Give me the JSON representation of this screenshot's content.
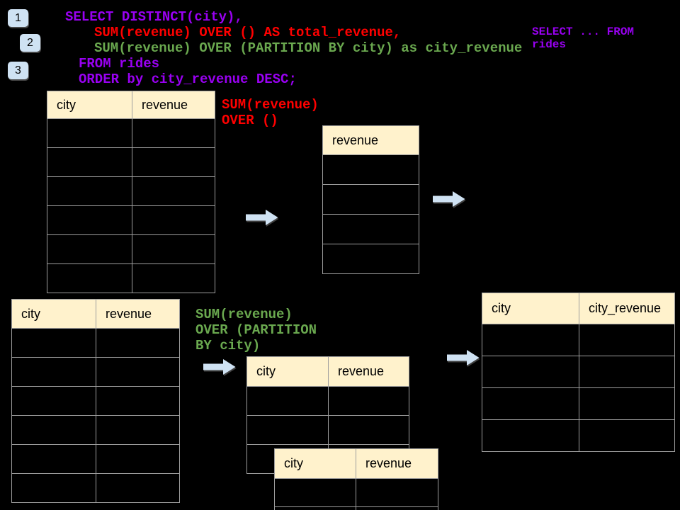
{
  "slide": {
    "topic": "SQL window functions diagram"
  },
  "colors": {
    "background": "#000000",
    "code_purple": "#9900F2",
    "code_red": "#FF0000",
    "code_green": "#6AA84F",
    "table_header_fill": "#FFF2CC",
    "table_border": "#9E9E9E",
    "arrow_fill": "#CFE2F3",
    "badge_fill": "#CFE2F3"
  },
  "badges": [
    {
      "label": "1"
    },
    {
      "label": "2"
    },
    {
      "label": "3"
    }
  ],
  "sql_code": {
    "line1": "SELECT DISTINCT(city),",
    "line2": "SUM(revenue) OVER () AS total_revenue,",
    "line3": "SUM(revenue) OVER (PARTITION BY city) as city_revenue",
    "line4": "FROM rides",
    "line5": "ORDER by city_revenue DESC;"
  },
  "side_note": {
    "line1": "SELECT ... FROM",
    "line2": "rides"
  },
  "annotations": {
    "total_label": {
      "line1": "SUM(revenue)",
      "line2": "OVER ()"
    },
    "partition_label": {
      "line1": "SUM(revenue)",
      "line2": "OVER (PARTITION",
      "line3": "BY city)"
    }
  },
  "tables": {
    "source_top": {
      "headers": [
        "city",
        "revenue"
      ],
      "rows": 6
    },
    "total_result": {
      "headers": [
        "revenue"
      ],
      "rows": 4
    },
    "source_bottom": {
      "headers": [
        "city",
        "revenue"
      ],
      "rows": 6
    },
    "partition_group_a": {
      "headers": [
        "city",
        "revenue"
      ],
      "rows": 3
    },
    "partition_group_b": {
      "headers": [
        "city",
        "revenue"
      ],
      "rows": 2
    },
    "city_result": {
      "headers": [
        "city",
        "city_revenue"
      ],
      "rows": 4
    }
  }
}
